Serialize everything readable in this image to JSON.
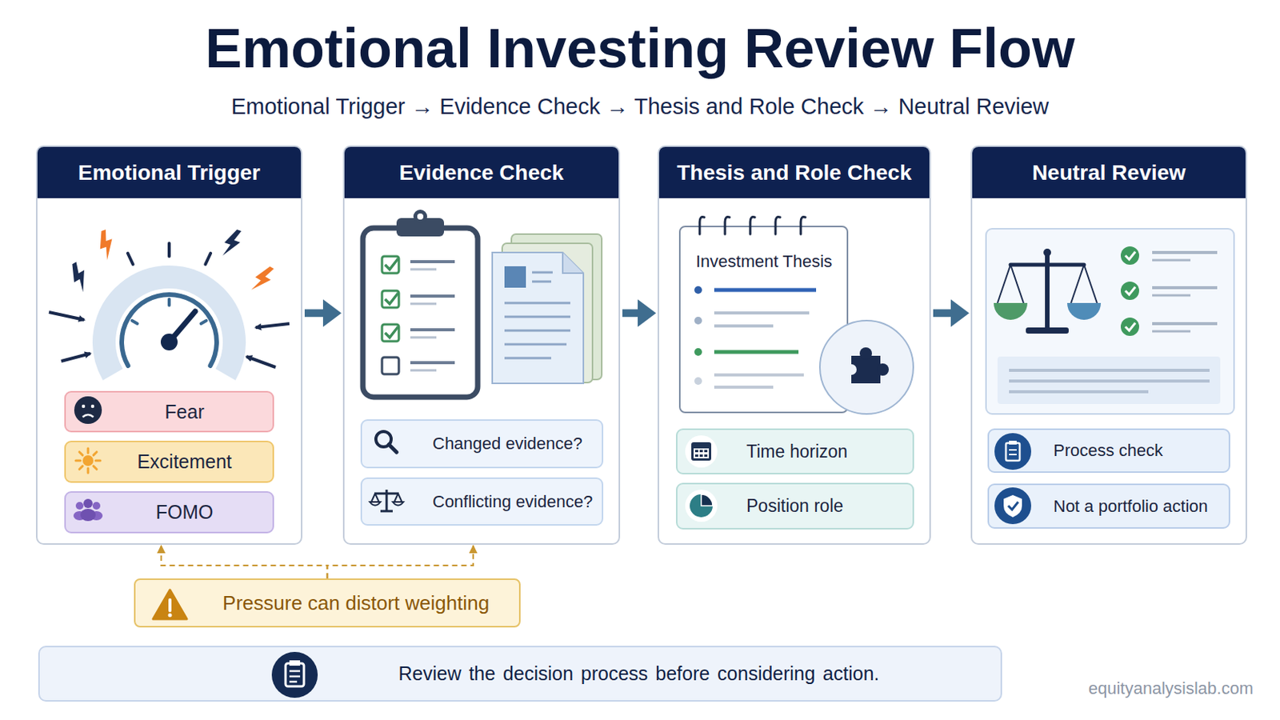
{
  "diagram": {
    "title": "Emotional Investing Review Flow",
    "nodes": [
      {
        "text": [
          "Emotional Trigger"
        ]
      },
      {
        "text": [
          "Fear"
        ],
        "in": 0
      },
      {
        "text": [
          "Excitement"
        ],
        "in": 0
      },
      {
        "text": [
          "FOMO"
        ],
        "in": 0
      },
      {
        "text": [
          "Evidence Check"
        ]
      },
      {
        "text": [
          "Changed evidence?"
        ],
        "in": 4
      },
      {
        "text": [
          "Conflicting evidence?"
        ],
        "in": 4
      },
      {
        "text": [
          "Thesis and Role Check"
        ]
      },
      {
        "text": [
          "Investment Thesis"
        ],
        "in": 7
      },
      {
        "text": [
          "Time horizon"
        ],
        "in": 7
      },
      {
        "text": [
          "Position role"
        ],
        "in": 7
      },
      {
        "text": [
          "Neutral Review"
        ]
      },
      {
        "text": [
          "Process check"
        ],
        "in": 11
      },
      {
        "text": [
          "Not a portfolio action"
        ],
        "in": 11
      },
      {
        "text": [
          "Pressure can distort weighting"
        ]
      },
      {
        "text": [
          "Review the decision process before considering action."
        ]
      }
    ],
    "edges": [
      {
        "from": 0,
        "to": 4,
        "arrow": "to"
      },
      {
        "from": 4,
        "to": 7,
        "arrow": "to"
      },
      {
        "from": 7,
        "to": 11,
        "arrow": "to"
      },
      {
        "from": 14,
        "to": 0,
        "arrow": "to"
      },
      {
        "from": 14,
        "to": 4,
        "arrow": "to"
      }
    ],
    "labels": [
      "Emotional Trigger → Evidence Check → Thesis and Role Check → Neutral Review",
      "equityanalysislab.com"
    ]
  }
}
